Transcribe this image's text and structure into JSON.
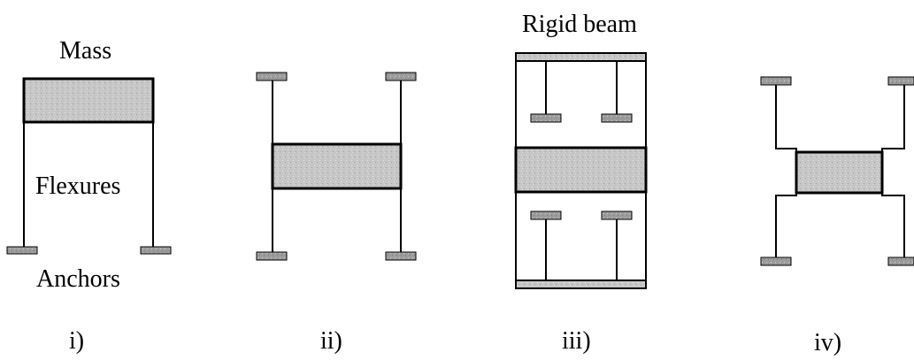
{
  "labels": {
    "mass": "Mass",
    "flexures": "Flexures",
    "anchors": "Anchors",
    "rigid_beam": "Rigid beam"
  },
  "panels": [
    {
      "caption": "i)"
    },
    {
      "caption": "ii)"
    },
    {
      "caption": "iii)"
    },
    {
      "caption": "iv)"
    }
  ],
  "colors": {
    "line": "#000000",
    "mass_fill": "#c4c4c4",
    "anchor_fill": "#9a9a9a"
  }
}
